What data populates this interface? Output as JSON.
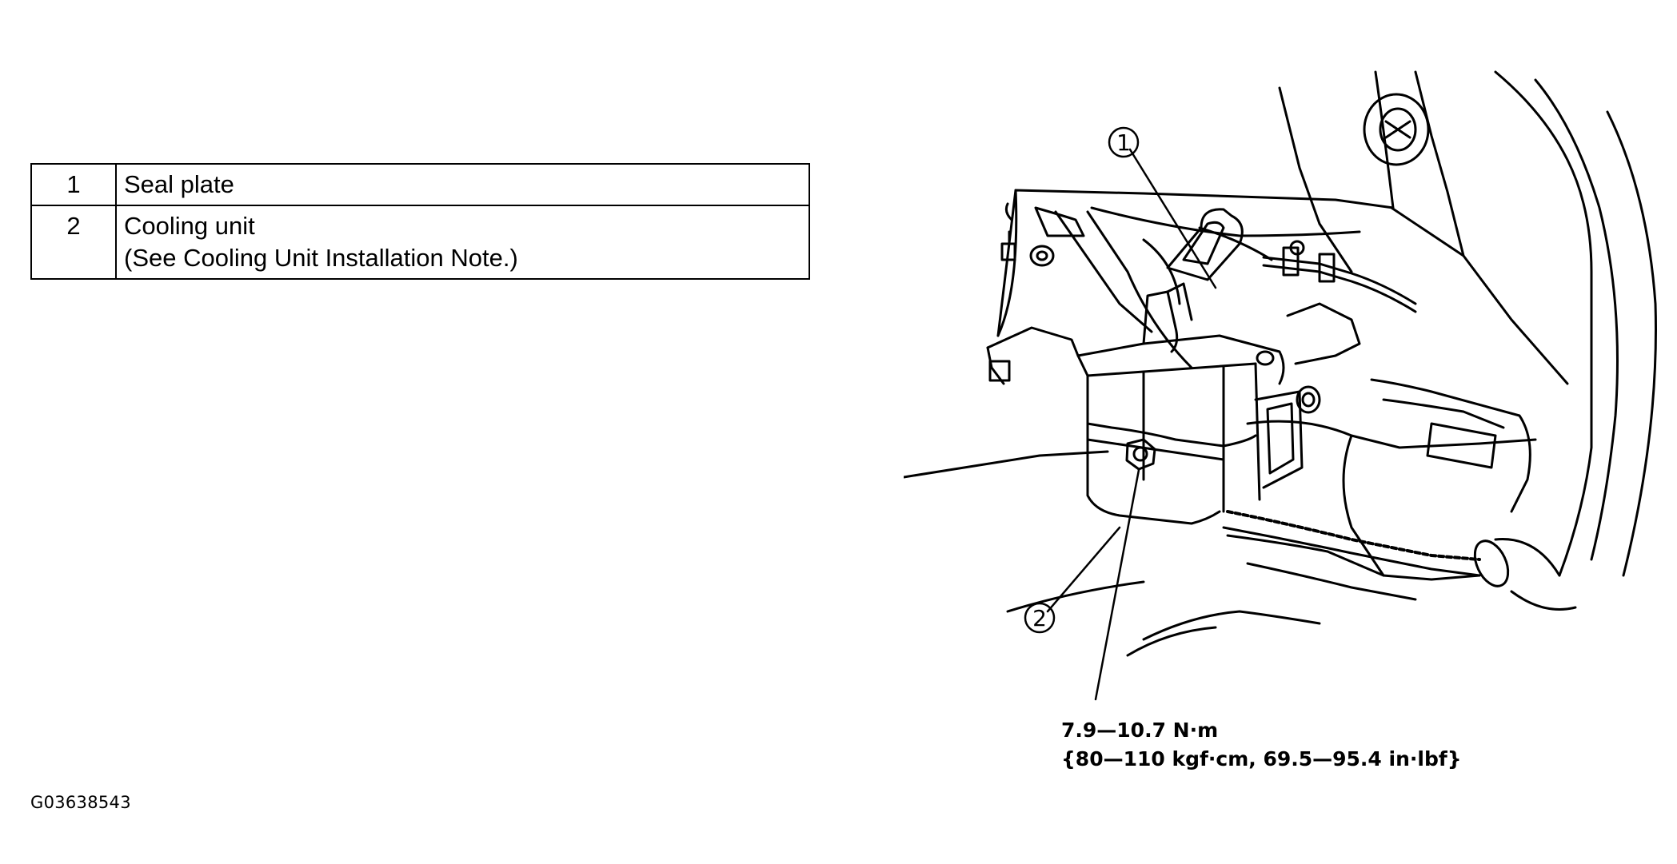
{
  "parts_table": {
    "rows": [
      {
        "num": "1",
        "label": "Seal plate",
        "note": ""
      },
      {
        "num": "2",
        "label": "Cooling unit",
        "note": "(See  Cooling Unit Installation Note.)"
      }
    ]
  },
  "diagram": {
    "callouts": [
      "1",
      "2"
    ]
  },
  "torque_spec": {
    "line1": "7.9—10.7 N·m",
    "line2": "{80—110 kgf·cm, 69.5—95.4 in·lbf}"
  },
  "figure_id": "G03638543"
}
